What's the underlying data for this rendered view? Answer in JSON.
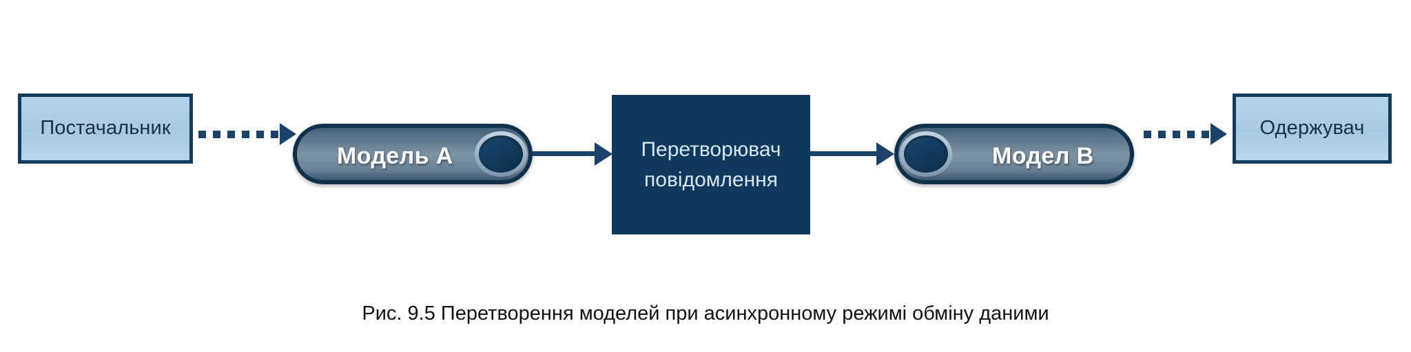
{
  "figure": {
    "caption": "Рис. 9.5 Перетворення моделей при асинхронному режимі обміну даними",
    "background_color": "#ffffff"
  },
  "colors": {
    "endbox_fill": "#a8cbe4",
    "endbox_border": "#123b5e",
    "endbox_text": "#16314c",
    "darkbox_fill": "#0f3a5e",
    "darkbox_text": "#d6e6f2",
    "pill_fill_light": "#7e93a4",
    "pill_fill_dark": "#3d5770",
    "pill_border": "#10304c",
    "pill_text": "#ffffff",
    "cap_ring": "#9fb4c6",
    "cap_disc": "#123c60",
    "connector": "#1b4268",
    "caption_text": "#111111"
  },
  "nodes": {
    "supplier": {
      "label": "Постачальник",
      "shape": "rectangle"
    },
    "model_a": {
      "label": "Модель А",
      "shape": "cylinder",
      "cap_side": "right"
    },
    "converter": {
      "label_line1": "Перетворювач",
      "label_line2": "повідомлення",
      "shape": "rectangle"
    },
    "model_b": {
      "label": "Модел В",
      "shape": "cylinder",
      "cap_side": "left"
    },
    "receiver": {
      "label": "Одержувач",
      "shape": "rectangle"
    }
  },
  "connectors": [
    {
      "id": "supplier-to-model-a",
      "style": "dotted",
      "direction": "right",
      "dots": 6
    },
    {
      "id": "model-a-to-converter",
      "style": "solid",
      "direction": "right"
    },
    {
      "id": "converter-to-model-b",
      "style": "solid",
      "direction": "right"
    },
    {
      "id": "model-b-to-receiver",
      "style": "dotted",
      "direction": "right",
      "dots": 5
    }
  ]
}
